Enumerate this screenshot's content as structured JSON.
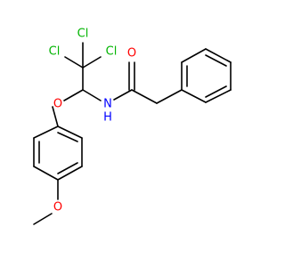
{
  "colors": {
    "bond": "#000000",
    "carbon": "#000000",
    "oxygen": "#ff0000",
    "nitrogen": "#0000ff",
    "chlorine": "#00b400"
  },
  "atoms": {
    "cl_top": "Cl",
    "cl_left": "Cl",
    "cl_right": "Cl",
    "o_carbonyl": "O",
    "nh_n": "N",
    "nh_h": "H",
    "o_ether": "O",
    "o_methoxy": "O"
  }
}
